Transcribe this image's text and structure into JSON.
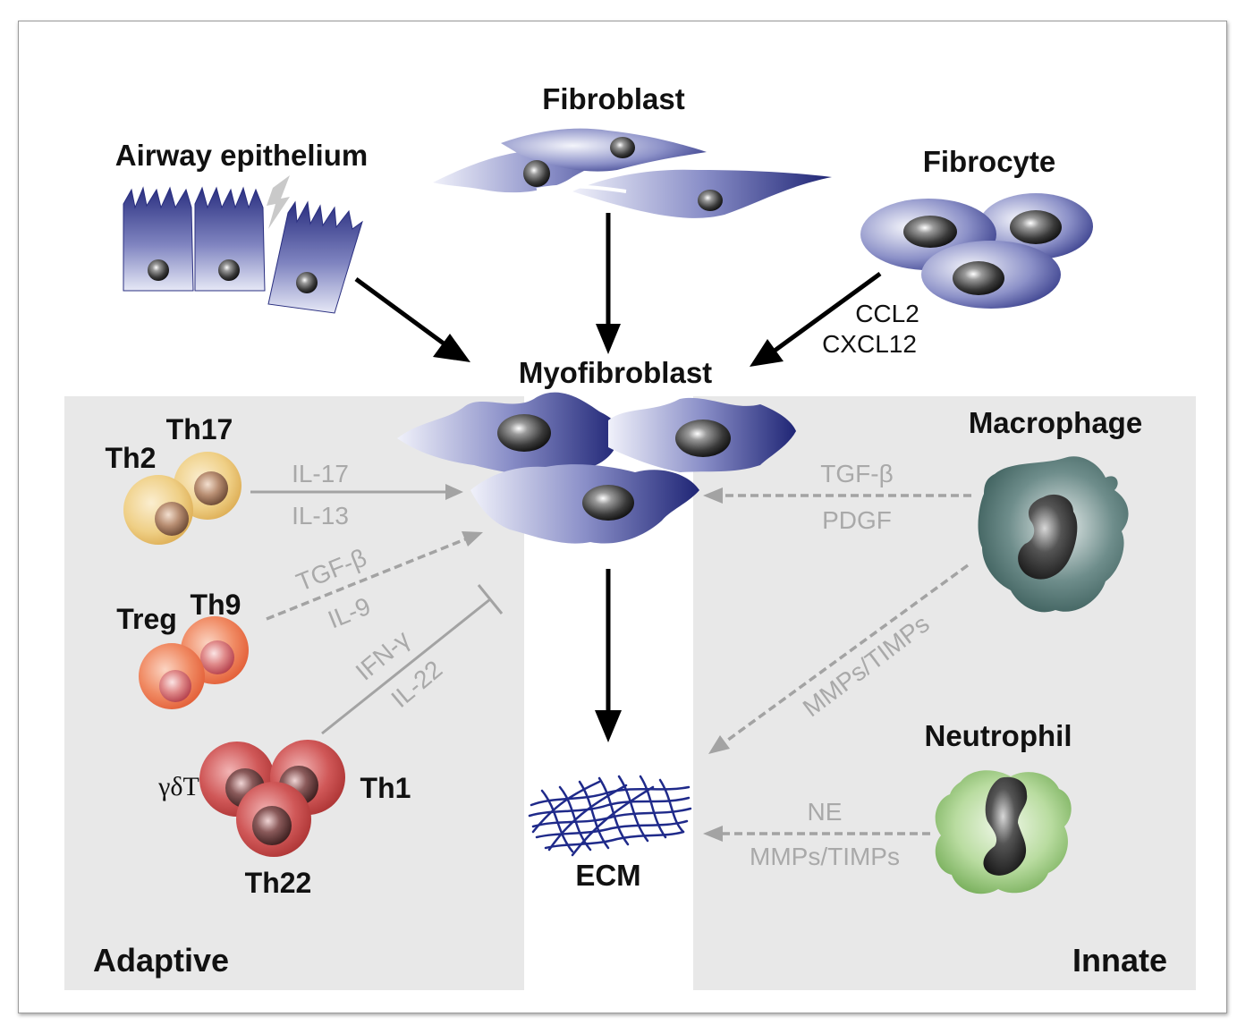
{
  "cells": {
    "fibroblast": "Fibroblast",
    "airway_epithelium": "Airway epithelium",
    "fibrocyte": "Fibrocyte",
    "myofibroblast": "Myofibroblast",
    "macrophage": "Macrophage",
    "neutrophil": "Neutrophil",
    "ecm": "ECM",
    "th17": "Th17",
    "th2": "Th2",
    "th9": "Th9",
    "treg": "Treg",
    "gdt": "γδT",
    "th1": "Th1",
    "th22": "Th22"
  },
  "mediators": {
    "fibrocyte_1": "CCL2",
    "fibrocyte_2": "CXCL12",
    "th17_1": "IL-17",
    "th17_2": "IL-13",
    "th9_1": "TGF-β",
    "th9_2": "IL-9",
    "th1_1": "IFN-γ",
    "th1_2": "IL-22",
    "macro_1": "TGF-β",
    "macro_2": "PDGF",
    "macro_ecm": "MMPs/TIMPs",
    "neut_1": "NE",
    "neut_2": "MMPs/TIMPs"
  },
  "regions": {
    "adaptive": "Adaptive",
    "innate": "Innate"
  },
  "colors": {
    "panel": "#e8e8e8",
    "cell_blue": "#2e3585",
    "arrow_black": "#000000",
    "arrow_gray": "#a3a3a3",
    "text_gray": "#a9a9a9"
  }
}
